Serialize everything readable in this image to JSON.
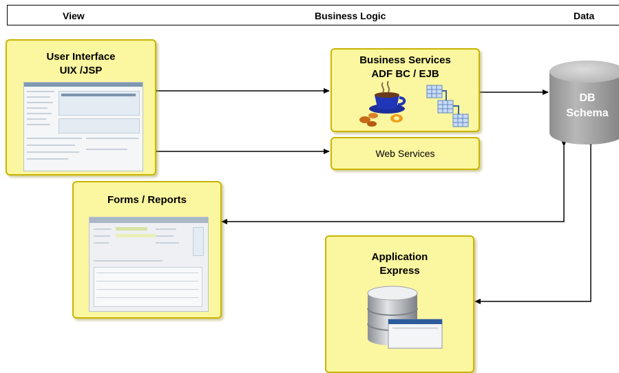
{
  "header": {
    "view_label": "View",
    "business_logic_label": "Business Logic",
    "data_label": "Data"
  },
  "user_interface": {
    "title_line1": "User Interface",
    "title_line2": "UIX /JSP"
  },
  "business_services": {
    "title_line1": "Business Services",
    "title_line2": "ADF BC / EJB",
    "icons": [
      "coffee-cup-icon",
      "beans-icon",
      "tables-icon"
    ]
  },
  "web_services": {
    "label": "Web Services"
  },
  "forms_reports": {
    "title": "Forms / Reports"
  },
  "application_express": {
    "title_line1": "Application",
    "title_line2": "Express",
    "icon": "database-window-icon"
  },
  "db_schema": {
    "line1": "DB",
    "line2": "Schema"
  },
  "colors": {
    "box_fill": "#fbf6a0",
    "box_border": "#c9b400",
    "cylinder_gray": "#a0a0a0"
  }
}
